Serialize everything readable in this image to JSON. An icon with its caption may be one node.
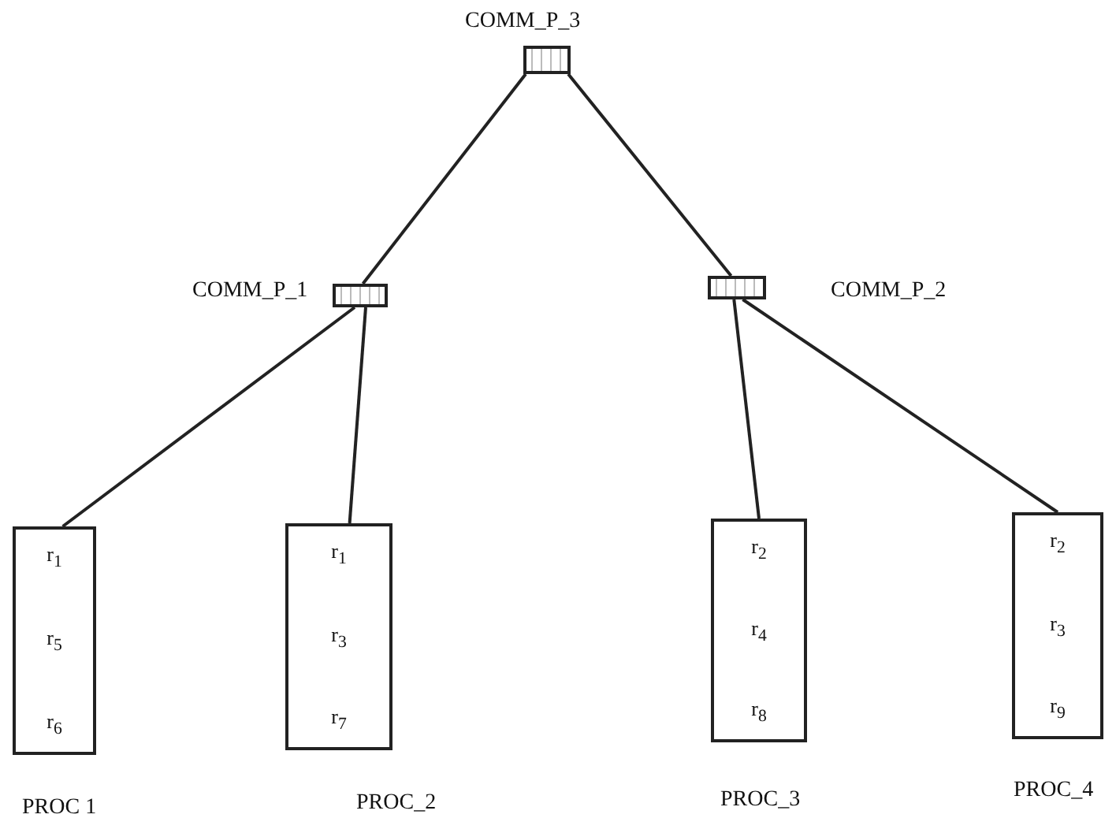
{
  "diagram": {
    "nodes": [
      {
        "text": [],
        "shape": "box",
        "beside": [
          "COMM_P_3"
        ]
      },
      {
        "text": [],
        "shape": "box",
        "beside": [
          "COMM_P_1"
        ]
      },
      {
        "text": [],
        "shape": "box",
        "beside": [
          "COMM_P_2"
        ]
      },
      {
        "text": [
          "r$_{1}$",
          "r$_{5}$",
          "r$_{6}$"
        ],
        "beside": [
          "PROC 1"
        ]
      },
      {
        "text": [
          "r$_{1}$",
          "r$_{3}$",
          "r$_{7}$"
        ],
        "beside": [
          "PROC_2"
        ]
      },
      {
        "text": [
          "r$_{2}$",
          "r$_{4}$",
          "r$_{8}$"
        ],
        "beside": [
          "PROC_3"
        ]
      },
      {
        "text": [
          "r$_{2}$",
          "r$_{3}$",
          "r$_{9}$"
        ],
        "beside": [
          "PROC_4"
        ]
      }
    ],
    "edges": [
      {
        "from": 0,
        "to": 1,
        "arrow": "none"
      },
      {
        "from": 0,
        "to": 2,
        "arrow": "none"
      },
      {
        "from": 1,
        "to": 3,
        "arrow": "none"
      },
      {
        "from": 1,
        "to": 4,
        "arrow": "none"
      },
      {
        "from": 2,
        "to": 5,
        "arrow": "none"
      },
      {
        "from": 2,
        "to": 6,
        "arrow": "none"
      }
    ]
  }
}
